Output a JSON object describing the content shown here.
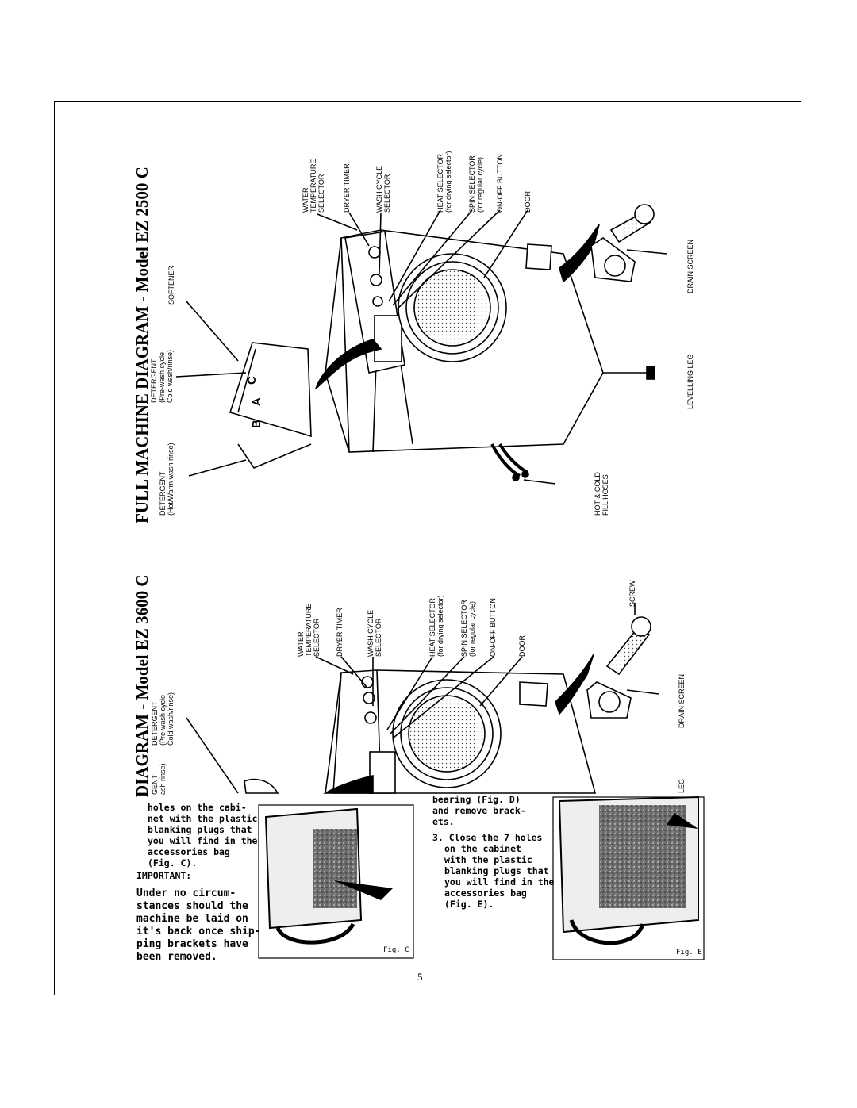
{
  "page": {
    "number": "5"
  },
  "titles": {
    "top": "FULL MACHINE DIAGRAM - Model EZ 2500 C",
    "bottom": "DIAGRAM - Model EZ 3600 C"
  },
  "top_diagram": {
    "labels": {
      "softener": "SOFTENER",
      "det_pre_1": "DETERGENT",
      "det_pre_2": "(Pre-wash cycle",
      "det_pre_3": "Cold wash/rinse)",
      "det_hot_1": "DETERGENT",
      "det_hot_2": "(Hot/Warm wash rinse)",
      "water_1": "WATER",
      "water_2": "TEMPERATURE",
      "water_3": "SELECTOR",
      "dryer": "DRYER TIMER",
      "wash_1": "WASH CYCLE",
      "wash_2": "SELECTOR",
      "heat_1": "HEAT SELECTOR",
      "heat_2": "(for drying selector)",
      "spin_1": "SPIN SELECTOR",
      "spin_2": "(for regular cycle)",
      "onoff": "ON-OFF BUTTON",
      "door": "DOOR",
      "drain": "DRAIN SCREEN",
      "leg": "LEVELLING LEG",
      "hoses_1": "HOT & COLD",
      "hoses_2": "FILL HOSES",
      "tray_b": "B",
      "tray_a": "A",
      "tray_c": "C"
    }
  },
  "bottom_diagram": {
    "labels": {
      "det_pre_1": "DETERGENT",
      "det_pre_2": "(Pre-wash cycle",
      "det_pre_3": "Cold wash/rinse)",
      "det_cut_1": "GENT",
      "det_cut_2": "ash rinse)",
      "water_1": "WATER",
      "water_2": "TEMPERATURE",
      "water_3": "SELECTOR",
      "dryer": "DRYER TIMER",
      "wash_1": "WASH CYCLE",
      "wash_2": "SELECTOR",
      "heat_1": "HEAT SELECTOR",
      "heat_2": "(for drying selector)",
      "spin_1": "SPIN SELECTOR",
      "spin_2": "(for regular cycle)",
      "onoff": "ON-OFF BUTTON",
      "door": "DOOR",
      "screw": "SCREW",
      "drain": "DRAIN SCREEN",
      "leg": "LEG"
    }
  },
  "left_text": {
    "lines": [
      "holes on the cabi-",
      "net with the plastic",
      "blanking plugs that",
      "you will find in the",
      "accessories bag",
      "(Fig. C)."
    ],
    "important": "IMPORTANT:",
    "warning": [
      "Under no circum-",
      "stances should the",
      "machine be laid on",
      "it's back once ship-",
      "ping brackets have",
      "been removed."
    ],
    "fig_c": "Fig. C"
  },
  "right_text": {
    "lines_top": [
      "bearing (Fig. D)",
      "and remove brack-",
      "ets."
    ],
    "step": [
      "3. Close the 7 holes",
      "on the cabinet",
      "with the plastic",
      "blanking plugs that",
      "you will find in the",
      "accessories bag",
      "(Fig. E)."
    ],
    "fig_e": "Fig. E"
  }
}
